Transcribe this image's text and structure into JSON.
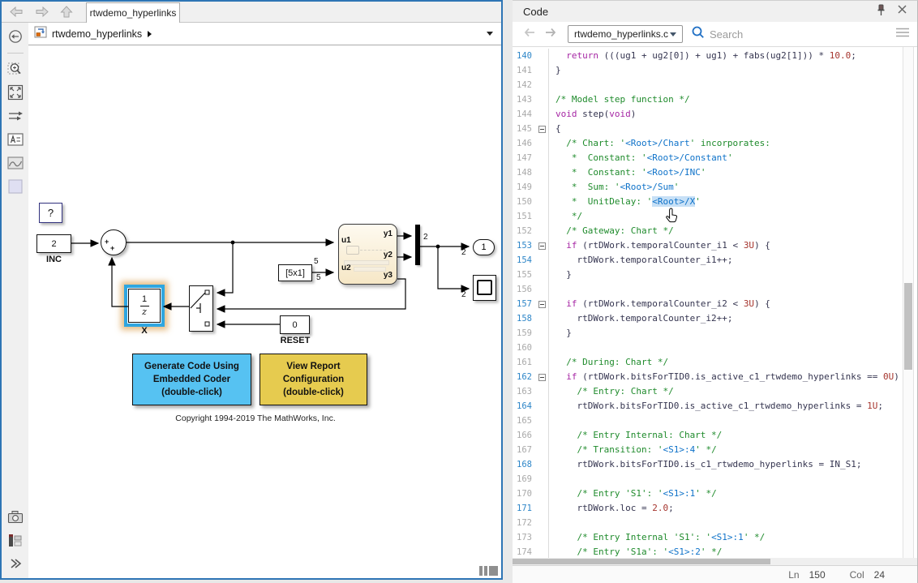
{
  "window": {
    "tab_title": "rtwdemo_hyperlinks",
    "breadcrumb": "rtwdemo_hyperlinks"
  },
  "palette": {
    "top_icons": [
      "explorer-bar-toggle",
      "zoom-in",
      "fit-to-view",
      "signal-arrows",
      "annotation",
      "image-annotation",
      "area-annotation"
    ],
    "bottom_icons": [
      "camera",
      "model-data",
      "expand"
    ]
  },
  "canvas": {
    "blocks": {
      "help_label": "?",
      "inc_value": "2",
      "inc_name": "INC",
      "sum_plus": "+",
      "delay_num": "1",
      "delay_den": "z",
      "delay_name": "X",
      "vector_const": "[5x1]",
      "reset_value": "0",
      "reset_name": "RESET",
      "chart": {
        "u1": "u1",
        "u2": "u2",
        "y1": "y1",
        "y2": "y2",
        "y3": "y3"
      },
      "outport_value": "1"
    },
    "signal_labels": {
      "u2_width_a": "5",
      "u2_width_b": "5",
      "mux_width": "2",
      "outport_width": "2",
      "scope_width": "2"
    },
    "action_buttons": {
      "generate": "Generate Code Using\nEmbedded Coder\n(double-click)",
      "generate_color": "#56C2F2",
      "report": "View Report\nConfiguration\n(double-click)",
      "report_color": "#E6CB4F"
    },
    "copyright": "Copyright 1994-2019 The MathWorks, Inc."
  },
  "code_panel": {
    "title": "Code",
    "file_selector": "rtwdemo_hyperlinks.c",
    "search_placeholder": "Search",
    "status": {
      "ln_label": "Ln",
      "ln_value": "150",
      "col_label": "Col",
      "col_value": "24"
    },
    "lines": [
      {
        "n": 140,
        "t": 1,
        "f": 0,
        "s": [
          [
            "  ",
            "p"
          ],
          [
            "return",
            "k"
          ],
          [
            " (((ug1 + ug2[0]) + ug1) + fabs(ug2[1])) * ",
            "p"
          ],
          [
            "10.0",
            "n"
          ],
          [
            ";",
            "p"
          ]
        ]
      },
      {
        "n": 141,
        "t": 0,
        "f": 0,
        "s": [
          [
            "}",
            "p"
          ]
        ]
      },
      {
        "n": 142,
        "t": 0,
        "f": 0,
        "s": []
      },
      {
        "n": 143,
        "t": 0,
        "f": 0,
        "s": [
          [
            "/* Model step function */",
            "c"
          ]
        ]
      },
      {
        "n": 144,
        "t": 0,
        "f": 0,
        "s": [
          [
            "void",
            "k"
          ],
          [
            " step(",
            "p"
          ],
          [
            "void",
            "k"
          ],
          [
            ")",
            "p"
          ]
        ]
      },
      {
        "n": 145,
        "t": 0,
        "f": 1,
        "s": [
          [
            "{",
            "p"
          ]
        ]
      },
      {
        "n": 146,
        "t": 0,
        "f": 0,
        "s": [
          [
            "  /* Chart: '",
            "c"
          ],
          [
            "<Root>/Chart",
            "l"
          ],
          [
            "' incorporates:",
            "c"
          ]
        ]
      },
      {
        "n": 147,
        "t": 0,
        "f": 0,
        "s": [
          [
            "   *  Constant: '",
            "c"
          ],
          [
            "<Root>/Constant",
            "l"
          ],
          [
            "'",
            "c"
          ]
        ]
      },
      {
        "n": 148,
        "t": 0,
        "f": 0,
        "s": [
          [
            "   *  Constant: '",
            "c"
          ],
          [
            "<Root>/INC",
            "l"
          ],
          [
            "'",
            "c"
          ]
        ]
      },
      {
        "n": 149,
        "t": 0,
        "f": 0,
        "s": [
          [
            "   *  Sum: '",
            "c"
          ],
          [
            "<Root>/Sum",
            "l"
          ],
          [
            "'",
            "c"
          ]
        ]
      },
      {
        "n": 150,
        "t": 0,
        "f": 0,
        "s": [
          [
            "   *  UnitDelay: '",
            "c"
          ],
          [
            "<Root>/X",
            "h"
          ],
          [
            "'",
            "c"
          ]
        ]
      },
      {
        "n": 151,
        "t": 0,
        "f": 0,
        "s": [
          [
            "   */",
            "c"
          ]
        ]
      },
      {
        "n": 152,
        "t": 0,
        "f": 0,
        "s": [
          [
            "  /* Gateway: Chart */",
            "c"
          ]
        ]
      },
      {
        "n": 153,
        "t": 1,
        "f": 1,
        "s": [
          [
            "  ",
            "p"
          ],
          [
            "if",
            "k"
          ],
          [
            " (rtDWork.temporalCounter_i1 < ",
            "p"
          ],
          [
            "3U",
            "n"
          ],
          [
            ") {",
            "p"
          ]
        ]
      },
      {
        "n": 154,
        "t": 1,
        "f": 0,
        "s": [
          [
            "    rtDWork.temporalCounter_i1++;",
            "p"
          ]
        ]
      },
      {
        "n": 155,
        "t": 0,
        "f": 0,
        "s": [
          [
            "  }",
            "p"
          ]
        ]
      },
      {
        "n": 156,
        "t": 0,
        "f": 0,
        "s": []
      },
      {
        "n": 157,
        "t": 1,
        "f": 1,
        "s": [
          [
            "  ",
            "p"
          ],
          [
            "if",
            "k"
          ],
          [
            " (rtDWork.temporalCounter_i2 < ",
            "p"
          ],
          [
            "3U",
            "n"
          ],
          [
            ") {",
            "p"
          ]
        ]
      },
      {
        "n": 158,
        "t": 1,
        "f": 0,
        "s": [
          [
            "    rtDWork.temporalCounter_i2++;",
            "p"
          ]
        ]
      },
      {
        "n": 159,
        "t": 0,
        "f": 0,
        "s": [
          [
            "  }",
            "p"
          ]
        ]
      },
      {
        "n": 160,
        "t": 0,
        "f": 0,
        "s": []
      },
      {
        "n": 161,
        "t": 0,
        "f": 0,
        "s": [
          [
            "  /* During: Chart */",
            "c"
          ]
        ]
      },
      {
        "n": 162,
        "t": 1,
        "f": 1,
        "s": [
          [
            "  ",
            "p"
          ],
          [
            "if",
            "k"
          ],
          [
            " (rtDWork.bitsForTID0.is_active_c1_rtwdemo_hyperlinks == ",
            "p"
          ],
          [
            "0U",
            "n"
          ],
          [
            ") {",
            "p"
          ]
        ]
      },
      {
        "n": 163,
        "t": 0,
        "f": 0,
        "s": [
          [
            "    /* Entry: Chart */",
            "c"
          ]
        ]
      },
      {
        "n": 164,
        "t": 1,
        "f": 0,
        "s": [
          [
            "    rtDWork.bitsForTID0.is_active_c1_rtwdemo_hyperlinks = ",
            "p"
          ],
          [
            "1U",
            "n"
          ],
          [
            ";",
            "p"
          ]
        ]
      },
      {
        "n": 165,
        "t": 0,
        "f": 0,
        "s": []
      },
      {
        "n": 166,
        "t": 0,
        "f": 0,
        "s": [
          [
            "    /* Entry Internal: Chart */",
            "c"
          ]
        ]
      },
      {
        "n": 167,
        "t": 0,
        "f": 0,
        "s": [
          [
            "    /* Transition: '",
            "c"
          ],
          [
            "<S1>:4",
            "l"
          ],
          [
            "' */",
            "c"
          ]
        ]
      },
      {
        "n": 168,
        "t": 1,
        "f": 0,
        "s": [
          [
            "    rtDWork.bitsForTID0.is_c1_rtwdemo_hyperlinks = IN_S1;",
            "p"
          ]
        ]
      },
      {
        "n": 169,
        "t": 0,
        "f": 0,
        "s": []
      },
      {
        "n": 170,
        "t": 0,
        "f": 0,
        "s": [
          [
            "    /* Entry 'S1': '",
            "c"
          ],
          [
            "<S1>:1",
            "l"
          ],
          [
            "' */",
            "c"
          ]
        ]
      },
      {
        "n": 171,
        "t": 1,
        "f": 0,
        "s": [
          [
            "    rtDWork.loc = ",
            "p"
          ],
          [
            "2.0",
            "n"
          ],
          [
            ";",
            "p"
          ]
        ]
      },
      {
        "n": 172,
        "t": 0,
        "f": 0,
        "s": []
      },
      {
        "n": 173,
        "t": 0,
        "f": 0,
        "s": [
          [
            "    /* Entry Internal 'S1': '",
            "c"
          ],
          [
            "<S1>:1",
            "l"
          ],
          [
            "' */",
            "c"
          ]
        ]
      },
      {
        "n": 174,
        "t": 0,
        "f": 0,
        "s": [
          [
            "    /* Entry 'S1a': '",
            "c"
          ],
          [
            "<S1>:2",
            "l"
          ],
          [
            "' */",
            "c"
          ]
        ]
      }
    ]
  }
}
